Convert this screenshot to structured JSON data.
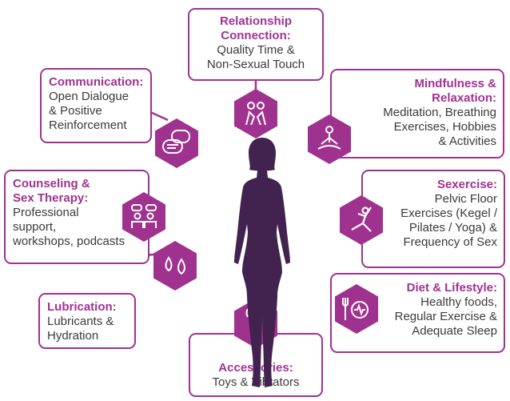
{
  "colors": {
    "accent": "#a0328f",
    "figure": "#42234f"
  },
  "items": [
    {
      "title1": "Relationship",
      "title2": "Connection:",
      "desc1": "Quality Time &",
      "desc2": "Non-Sexual Touch",
      "icon": "couple-icon"
    },
    {
      "title": "Communication:",
      "desc1": "Open Dialogue",
      "desc2": "& Positive",
      "desc3": "Reinforcement",
      "icon": "chat-bubbles-icon"
    },
    {
      "title1": "Mindfulness &",
      "title2": "Relaxation:",
      "desc1": "Meditation, Breathing",
      "desc2": "Exercises, Hobbies",
      "desc3": "& Activities",
      "icon": "meditation-icon"
    },
    {
      "title1": "Counseling &",
      "title2": "Sex Therapy:",
      "desc1": "Professional",
      "desc2": "support,",
      "desc3": "workshops, podcasts",
      "icon": "counseling-icon"
    },
    {
      "title": "Sexercise:",
      "desc1": "Pelvic Floor",
      "desc2": "Exercises (Kegel /",
      "desc3": "Pilates / Yoga) &",
      "desc4": "Frequency of Sex",
      "icon": "exercise-icon"
    },
    {
      "title": "Lubrication:",
      "desc1": "Lubricants &",
      "desc2": "Hydration",
      "icon": "droplets-icon"
    },
    {
      "title": "Diet & Lifestyle:",
      "desc1": "Healthy foods,",
      "desc2": "Regular Exercise &",
      "desc3": "Adequate Sleep",
      "icon": "healthy-eating-icon"
    },
    {
      "title": "Accessories:",
      "desc1": "Toys & Vibrators",
      "icon": "vibrator-icon"
    }
  ]
}
